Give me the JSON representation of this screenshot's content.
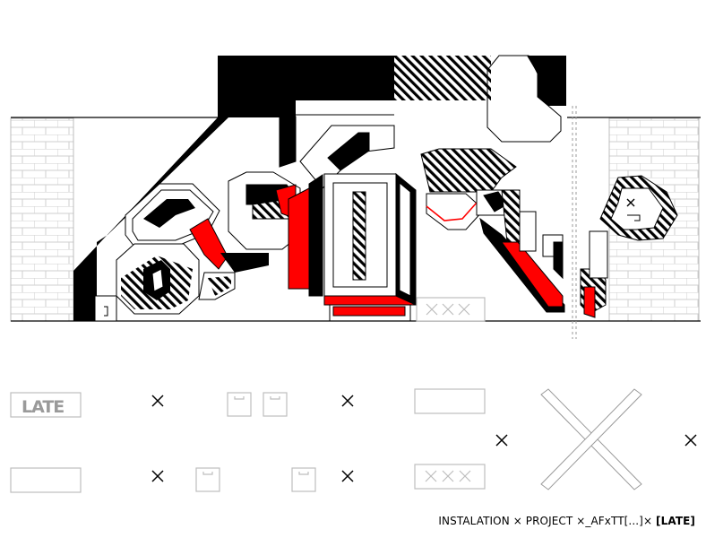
{
  "logo": {
    "text": "LATE"
  },
  "caption": {
    "part_1": "INSTALATION × PROJECT ×_AFxTT[...]× ",
    "part_2": "[LATE]"
  },
  "colors": {
    "accent": "#ff0000",
    "ink": "#000000",
    "line": "#bdbdbd",
    "paper": "#ffffff"
  }
}
